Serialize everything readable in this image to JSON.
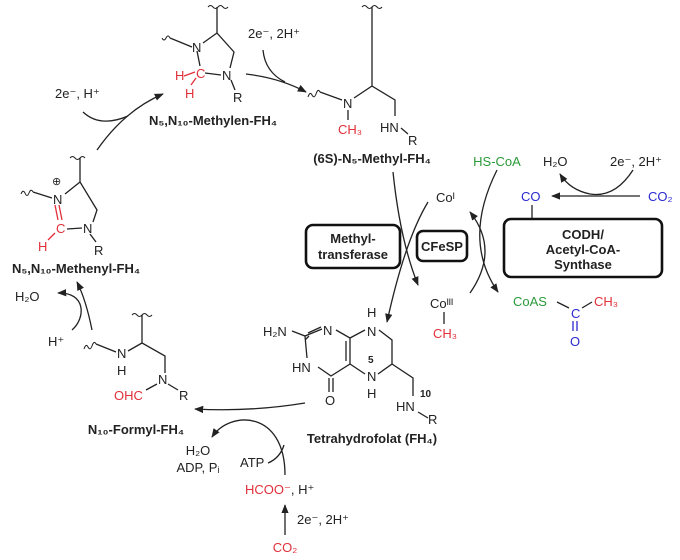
{
  "colors": {
    "carbon_from_formate": "#e0303a",
    "coa": "#2a9a3a",
    "co": "#2a2ad0",
    "text": "#222222"
  },
  "molecules": {
    "methylen": {
      "label": "N₅,N₁₀-Methylen-FH₄",
      "n": "N",
      "h": "H",
      "c": "C",
      "r": "R"
    },
    "methyl": {
      "label": "(6S)-N₅-Methyl-FH₄",
      "n": "N",
      "ch3": "CH₃",
      "hn": "HN",
      "r": "R"
    },
    "methenyl": {
      "label": "N₅,N₁₀-Methenyl-FH₄",
      "n": "N",
      "plus": "⊕",
      "h": "H",
      "c": "C",
      "r": "R"
    },
    "formyl": {
      "label": "N₁₀-Formyl-FH₄",
      "n": "N",
      "h": "H",
      "ohc": "OHC",
      "r": "R"
    },
    "fh4": {
      "label": "Tetrahydrofolat (FH₄)",
      "h2n": "H₂N",
      "n": "N",
      "h": "H",
      "hn": "HN",
      "o": "O",
      "pos5": "5",
      "pos10": "10",
      "r": "R"
    }
  },
  "reagents": {
    "methenyl_to_methylen": "2e⁻, H⁺",
    "methylen_to_methyl": "2e⁻, 2H⁺",
    "formyl_h2o": "H₂O",
    "formyl_h": "H⁺",
    "fh4_products_h2o": "H₂O",
    "fh4_products_adp": "ADP, Pᵢ",
    "atp": "ATP",
    "formate": "HCOO⁻",
    "formate_h": ", H⁺",
    "co2_reduction": "2e⁻, 2H⁺",
    "co2_bottom": "CO₂",
    "hs_coa": "HS-CoA",
    "h2o_right": "H₂O",
    "co_reduction": "2e⁻, 2H⁺",
    "co": "CO",
    "co2_right": "CO₂",
    "co_i": "Coᴵ",
    "co_iii": "Coᴵᴵᴵ",
    "co_iii_ch3": "CH₃",
    "acetyl_coas": "CoAS",
    "acetyl_c": "C",
    "acetyl_ch3": "CH₃",
    "acetyl_o": "O"
  },
  "enzymes": {
    "methyltransferase": [
      "Methyl-",
      "transferase"
    ],
    "cfesp": "CFeSP",
    "codh": [
      "CODH/",
      "Acetyl-CoA-",
      "Synthase"
    ]
  }
}
